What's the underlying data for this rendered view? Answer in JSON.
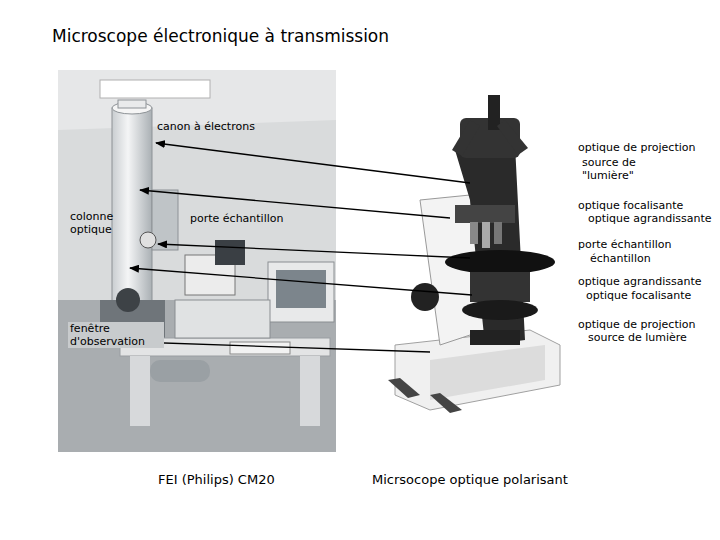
{
  "diagram": {
    "title": "Microscope électronique à transmission",
    "labels": [
      "canon à électrons",
      "colonne optique",
      "porte échantillon",
      "fenêtre d'observation",
      "optique de projection",
      "source de \"lumière\"",
      "optique focalisante",
      "optique agrandissante",
      "porte échantillon",
      "échantillon",
      "optique agrandissante",
      "optique focalisante",
      "optique de projection",
      "source de lumière",
      "FEI (Philips) CM20",
      "Micrsocope optique polarisant"
    ]
  }
}
